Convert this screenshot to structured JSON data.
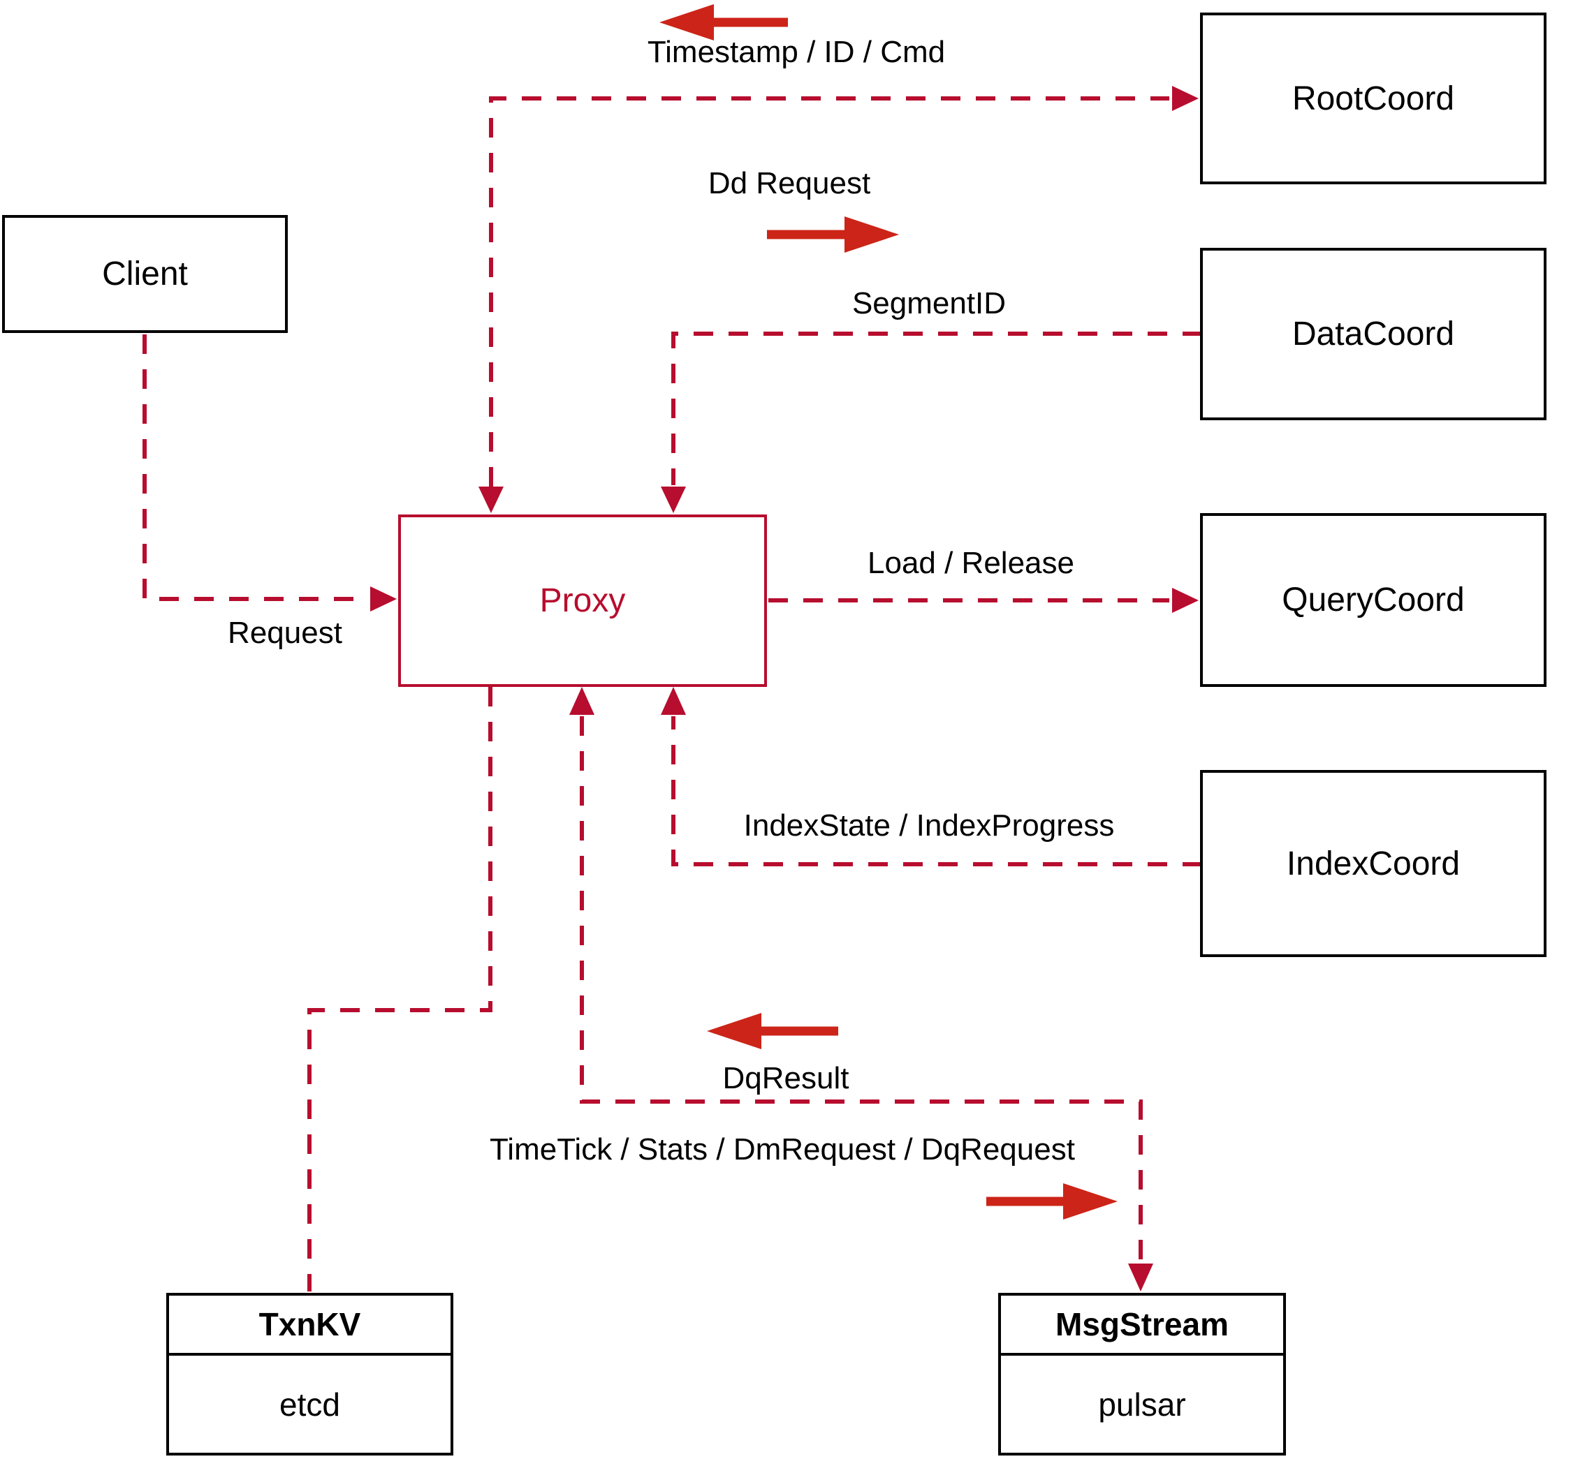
{
  "nodes": {
    "client": {
      "label": "Client"
    },
    "proxy": {
      "label": "Proxy"
    },
    "rootcoord": {
      "label": "RootCoord"
    },
    "datacoord": {
      "label": "DataCoord"
    },
    "querycoord": {
      "label": "QueryCoord"
    },
    "indexcoord": {
      "label": "IndexCoord"
    },
    "txnkv": {
      "title": "TxnKV",
      "subtitle": "etcd"
    },
    "msgstream": {
      "title": "MsgStream",
      "subtitle": "pulsar"
    }
  },
  "edge_labels": {
    "timestamp": "Timestamp / ID / Cmd",
    "dd_request": "Dd Request",
    "segment_id": "SegmentID",
    "request": "Request",
    "load_release": "Load / Release",
    "index_state": "IndexState / IndexProgress",
    "dq_result": "DqResult",
    "timetick": "TimeTick / Stats / DmRequest / DqRequest"
  },
  "edges": [
    {
      "from": "client",
      "to": "proxy",
      "label": "Request",
      "style": "dashed",
      "arrow": "into-proxy"
    },
    {
      "from": "proxy",
      "to": "rootcoord",
      "label": "Dd Request / Timestamp / ID / Cmd",
      "style": "dashed",
      "arrow": "both"
    },
    {
      "from": "datacoord",
      "to": "proxy",
      "label": "SegmentID",
      "style": "dashed",
      "arrow": "into-proxy"
    },
    {
      "from": "proxy",
      "to": "querycoord",
      "label": "Load / Release",
      "style": "dashed",
      "arrow": "into-querycoord"
    },
    {
      "from": "indexcoord",
      "to": "proxy",
      "label": "IndexState / IndexProgress",
      "style": "dashed",
      "arrow": "into-proxy"
    },
    {
      "from": "proxy",
      "to": "msgstream",
      "label": "TimeTick / Stats / DmRequest / DqRequest / DqResult",
      "style": "dashed",
      "arrow": "both"
    },
    {
      "from": "proxy",
      "to": "txnkv",
      "label": "",
      "style": "dashed",
      "arrow": "none"
    }
  ],
  "colors": {
    "connector_red": "#b70d2e",
    "arrow_red": "#cc2418",
    "border_black": "#000000",
    "text_black": "#000000",
    "background": "#ffffff"
  }
}
